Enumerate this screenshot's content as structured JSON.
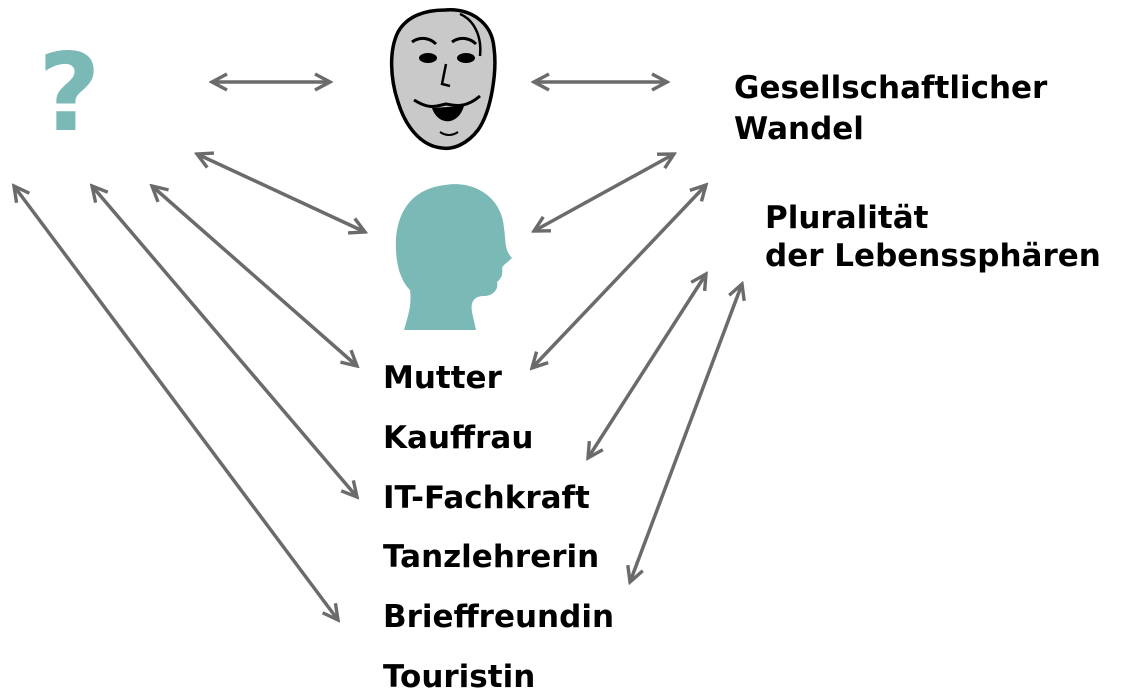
{
  "question_mark": "?",
  "society": {
    "line1": "Gesellschaftlicher",
    "line2": "Wandel"
  },
  "plurality": {
    "line1": "Pluralität",
    "line2": "der Lebenssphären"
  },
  "roles": [
    "Mutter",
    "Kauffrau",
    "IT-Fachkraft",
    "Tanzlehrerin",
    "Brieffreundin",
    "Touristin"
  ],
  "colors": {
    "teal": "#7ab9b5",
    "arrow": "#6b6b6b",
    "mask_fill": "#c9c9c9",
    "text": "#000000"
  },
  "icons": {
    "mask": "theater-mask-icon",
    "head": "head-silhouette-icon"
  }
}
